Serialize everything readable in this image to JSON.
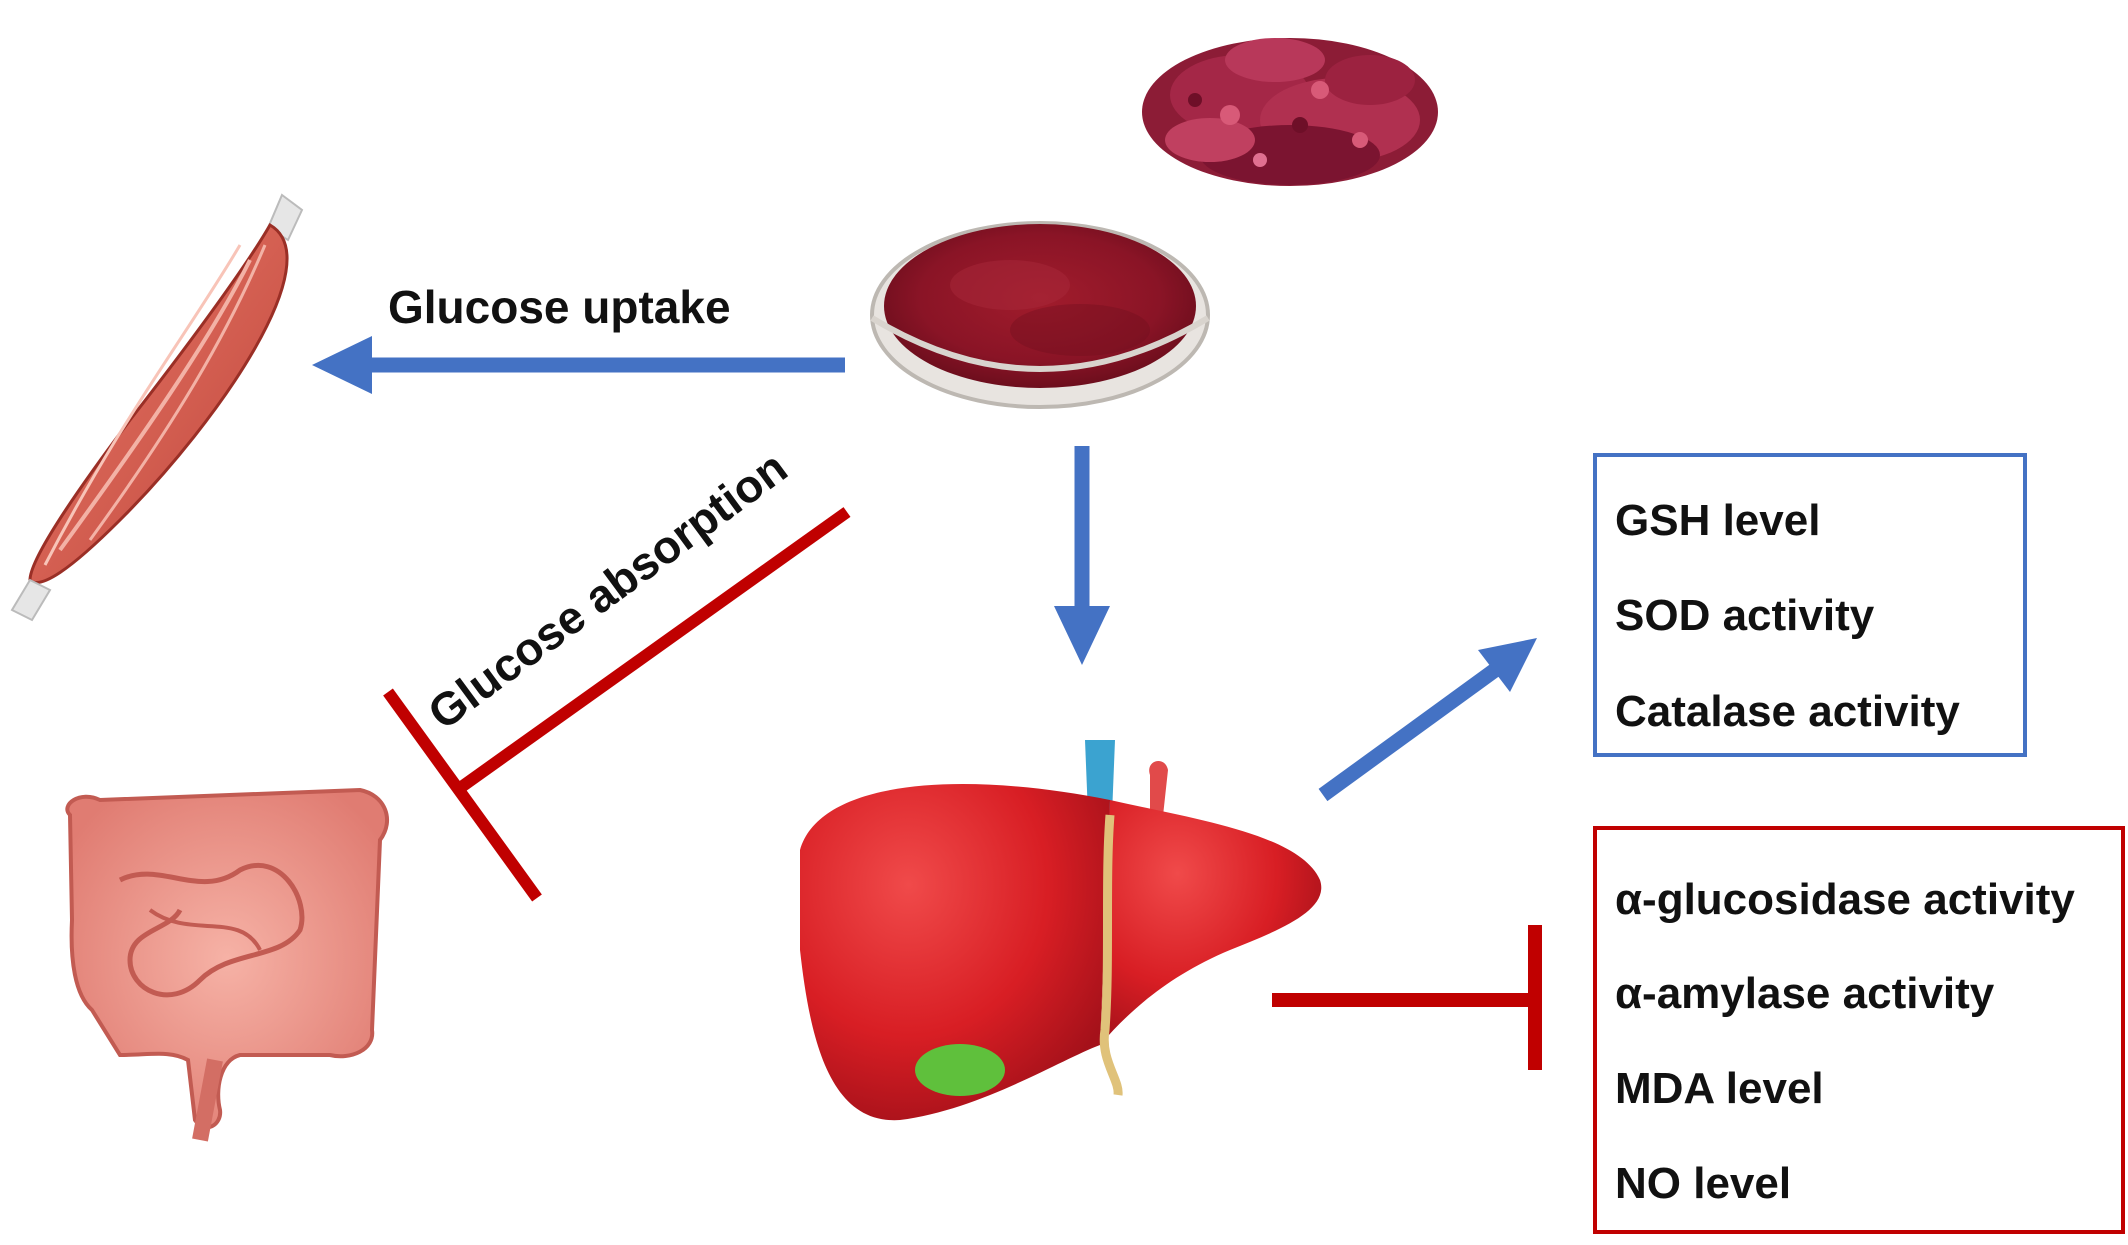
{
  "arrows": {
    "glucose_uptake_label": "Glucose uptake",
    "glucose_absorption_label": "Glucose absorption"
  },
  "increased_box": {
    "items": [
      "GSH level",
      "SOD activity",
      "Catalase activity"
    ],
    "border_color": "#4472c4"
  },
  "decreased_box": {
    "items": [
      "α-glucosidase activity",
      "α-amylase activity",
      "MDA level",
      "NO level"
    ],
    "border_color": "#c00000"
  },
  "colors": {
    "stimulate_arrow": "#4472c4",
    "inhibit_bar": "#c00000"
  },
  "illustrations": [
    "dried-hibiscus-flowers",
    "hibiscus-powder-petri-dish",
    "muscle",
    "intestine",
    "liver"
  ]
}
